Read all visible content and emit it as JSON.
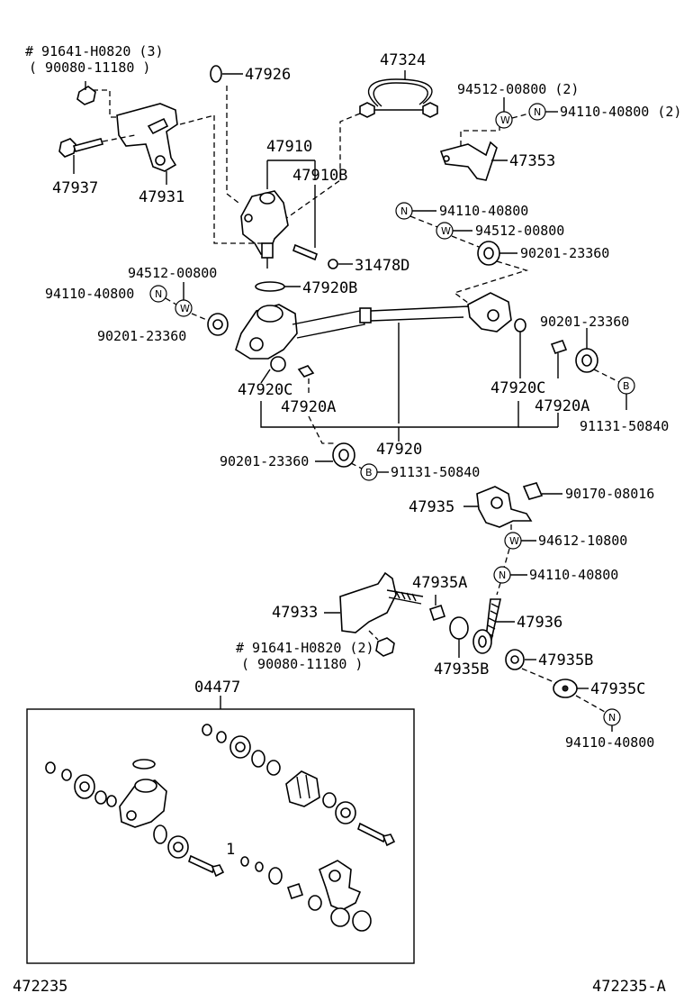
{
  "labels": {
    "p_91641_top": "# 91641-H0820 (3)",
    "p_90080_top": "( 90080-11180 )",
    "p_47926": "47926",
    "p_47324": "47324",
    "p_94512_top": "94512-00800 (2)",
    "p_94110_top": "94110-40800 (2)",
    "p_47937": "47937",
    "p_47931": "47931",
    "p_47910": "47910",
    "p_47910B": "47910B",
    "p_47353": "47353",
    "p_94110_b": "94110-40800",
    "p_94512_b": "94512-00800",
    "p_90201_a": "90201-23360",
    "p_31478D": "31478D",
    "p_94512_c": "94512-00800",
    "p_94110_c": "94110-40800",
    "p_47920B": "47920B",
    "p_90201_b": "90201-23360",
    "p_90201_c": "90201-23360",
    "p_47920C_l": "47920C",
    "p_47920A_l": "47920A",
    "p_47920C_r": "47920C",
    "p_47920A_r": "47920A",
    "p_91131_a": "91131-50840",
    "p_47920": "47920",
    "p_90201_d": "90201-23360",
    "p_91131_b": "91131-50840",
    "p_47935": "47935",
    "p_90170": "90170-08016",
    "p_94612": "94612-10800",
    "p_94110_d": "94110-40800",
    "p_47935A": "47935A",
    "p_47933": "47933",
    "p_47936": "47936",
    "p_91641_bot": "# 91641-H0820 (2)",
    "p_90080_bot": "( 90080-11180 )",
    "p_47935B_l": "47935B",
    "p_47935B_r": "47935B",
    "p_47935C": "47935C",
    "p_94110_e": "94110-40800",
    "p_04477": "04477",
    "p_kit_1": "1",
    "footer_left": "472235",
    "footer_right": "472235-A"
  },
  "symbols": {
    "washer": "W",
    "nut": "N",
    "bolt": "B"
  }
}
